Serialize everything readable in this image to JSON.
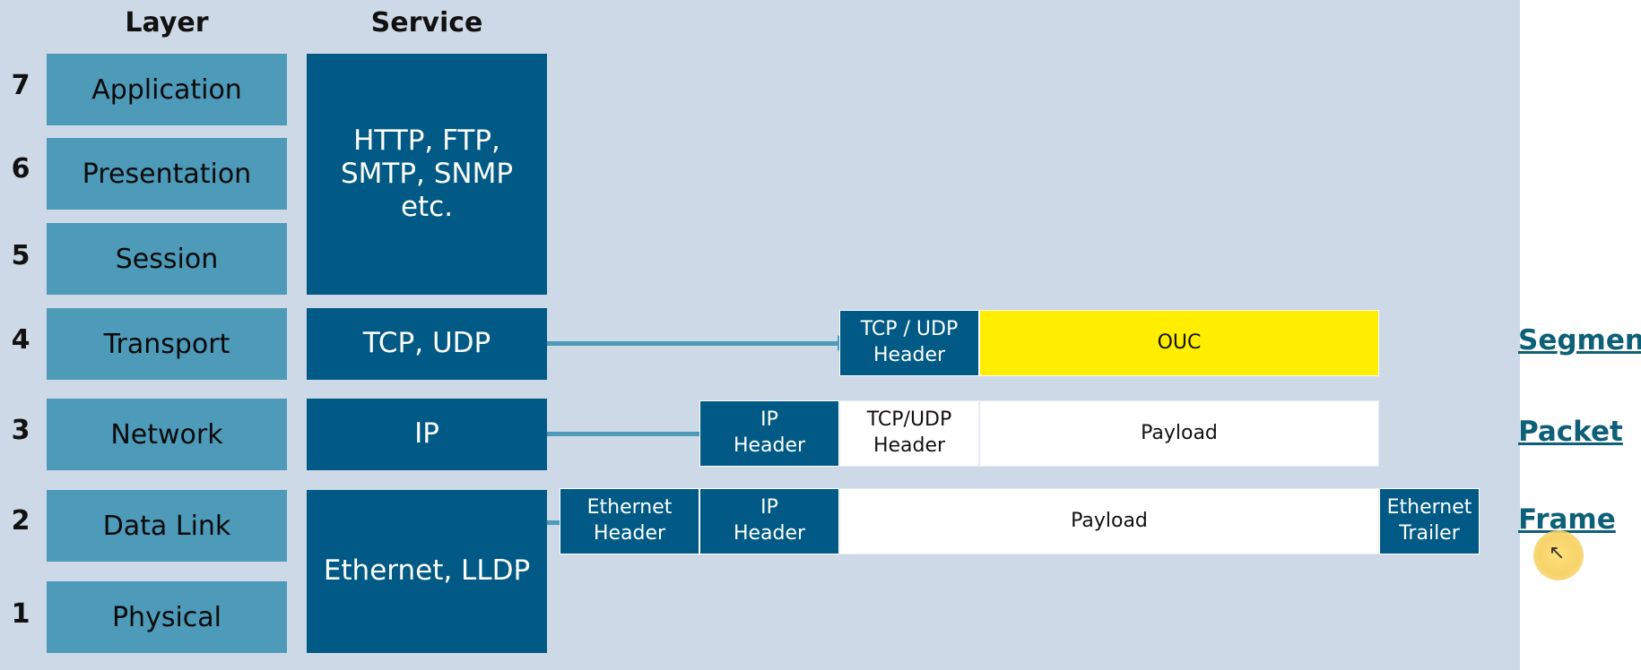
{
  "headers": {
    "layer": "Layer",
    "service": "Service"
  },
  "layers": [
    {
      "num": "7",
      "name": "Application"
    },
    {
      "num": "6",
      "name": "Presentation"
    },
    {
      "num": "5",
      "name": "Session"
    },
    {
      "num": "4",
      "name": "Transport"
    },
    {
      "num": "3",
      "name": "Network"
    },
    {
      "num": "2",
      "name": "Data Link"
    },
    {
      "num": "1",
      "name": "Physical"
    }
  ],
  "services": {
    "upper": "HTTP, FTP, SMTP, SNMP etc.",
    "transport": "TCP, UDP",
    "network": "IP",
    "link": "Ethernet, LLDP"
  },
  "segment": {
    "header": "TCP / UDP Header",
    "payload": "OUC"
  },
  "packet": {
    "ip_header": "IP Header",
    "tcp_header": "TCP/UDP Header",
    "payload": "Payload"
  },
  "frame": {
    "eth_header": "Ethernet Header",
    "ip_header": "IP Header",
    "payload": "Payload",
    "trailer": "Ethernet Trailer"
  },
  "pdu": {
    "segment": "Segment",
    "packet": "Packet",
    "frame": "Frame"
  },
  "colors": {
    "panel": "#cdd9e6",
    "layer_box": "#4d9ab9",
    "service_box": "#005a85",
    "highlight": "#ffee00",
    "pdu_text": "#0e5f78"
  },
  "icons": {
    "cursor": "mouse-pointer-icon"
  }
}
